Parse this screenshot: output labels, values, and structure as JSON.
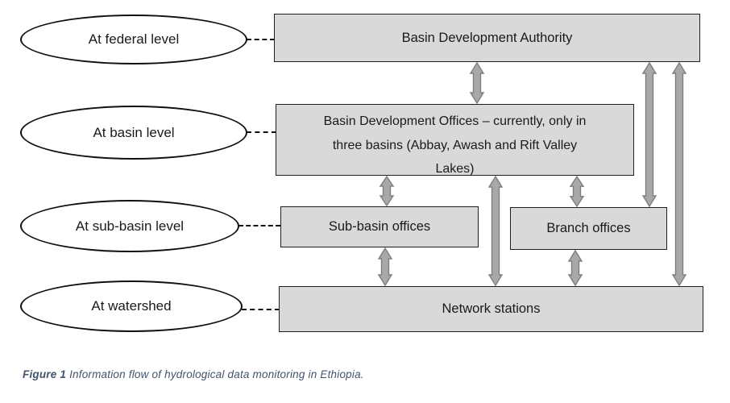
{
  "diagram": {
    "levels": [
      {
        "label": "At federal level"
      },
      {
        "label": "At basin level"
      },
      {
        "label": "At sub-basin level"
      },
      {
        "label": "At watershed"
      }
    ],
    "nodes": [
      {
        "name": "basin-development-authority",
        "label": "Basin Development Authority"
      },
      {
        "name": "basin-development-offices",
        "lines": [
          "Basin Development Offices – currently, only in",
          "three basins (Abbay, Awash and Rift Valley",
          "Lakes)"
        ]
      },
      {
        "name": "sub-basin-offices",
        "label": "Sub-basin offices"
      },
      {
        "name": "branch-offices",
        "label": "Branch offices"
      },
      {
        "name": "network-stations",
        "label": "Network stations"
      }
    ],
    "arrows": [
      {
        "from": "Basin Development Authority",
        "to": "Basin Development Offices",
        "direction": "bidirectional"
      },
      {
        "from": "Basin Development Offices",
        "to": "Sub-basin offices",
        "direction": "bidirectional"
      },
      {
        "from": "Basin Development Offices",
        "to": "Network stations",
        "direction": "bidirectional"
      },
      {
        "from": "Basin Development Offices",
        "to": "Branch offices",
        "direction": "bidirectional"
      },
      {
        "from": "Basin Development Authority",
        "to": "Branch offices",
        "direction": "bidirectional"
      },
      {
        "from": "Basin Development Authority",
        "to": "Network stations",
        "direction": "bidirectional"
      },
      {
        "from": "Sub-basin offices",
        "to": "Network stations",
        "direction": "bidirectional"
      },
      {
        "from": "Branch offices",
        "to": "Network stations",
        "direction": "bidirectional"
      }
    ],
    "colors": {
      "node_fill": "#d9d9d9",
      "node_border": "#1f1f1f",
      "arrow_fill": "#a8a8a8",
      "arrow_stroke": "#7f7f7f",
      "caption_color": "#44546A"
    }
  },
  "caption": {
    "prefix": "Figure 1",
    "text": "Information flow of hydrological data monitoring in Ethiopia."
  }
}
